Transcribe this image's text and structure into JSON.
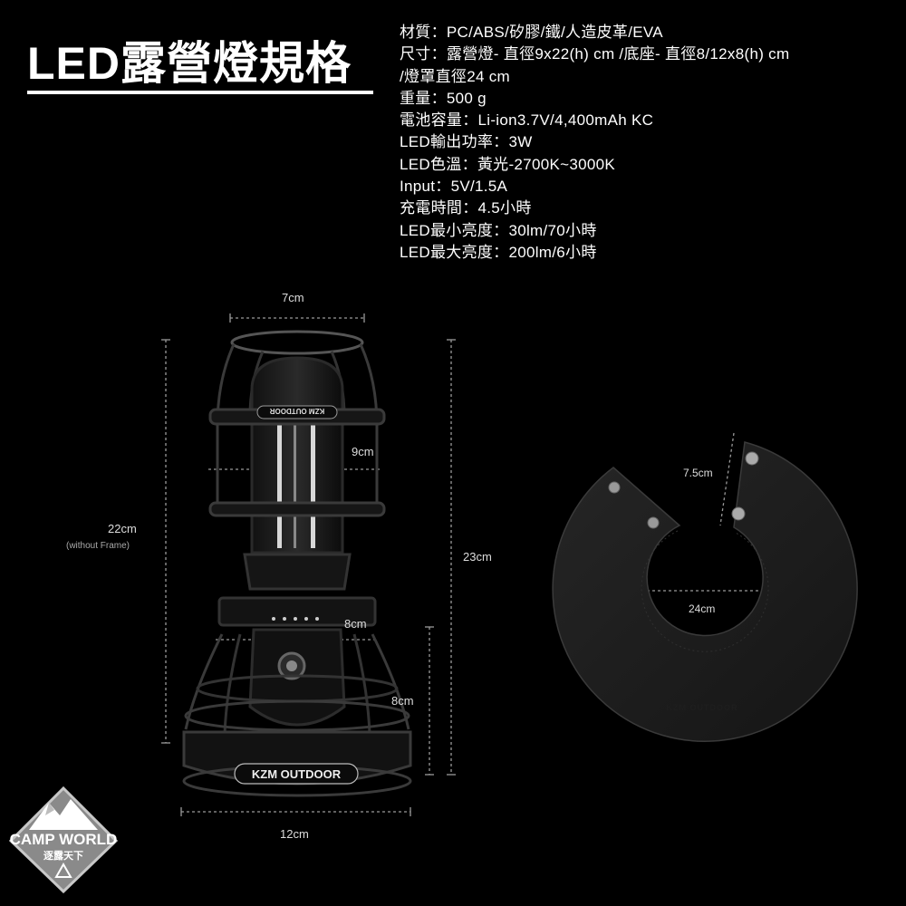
{
  "title": "LED露營燈規格",
  "specs": [
    "材質：PC/ABS/矽膠/鐵/人造皮革/EVA",
    "尺寸：露營燈- 直徑9x22(h) cm /底座- 直徑8/12x8(h) cm",
    "/燈罩直徑24 cm",
    "重量：500 g",
    "電池容量：Li-ion3.7V/4,400mAh KC",
    "LED輸出功率：3W",
    "LED色溫：黃光-2700K~3000K",
    "Input：5V/1.5A",
    "充電時間：4.5小時",
    "LED最小亮度：30lm/70小時",
    "LED最大亮度：200lm/6小時"
  ],
  "dimensions": {
    "top_width": "7cm",
    "body_width": "9cm",
    "height_no_frame": "22cm",
    "height_no_frame_note": "(without Frame)",
    "total_height": "23cm",
    "base_width": "8cm",
    "base_height": "8cm",
    "frame_width": "12cm",
    "shade_opening": "7.5cm",
    "shade_diameter": "24cm"
  },
  "product": {
    "brand_label": "KZM OUTDOOR",
    "shade_brand": "KZM OUTDOOR"
  },
  "watermark": {
    "text": "CAMP WORLD",
    "subtext": "逐露天下"
  }
}
